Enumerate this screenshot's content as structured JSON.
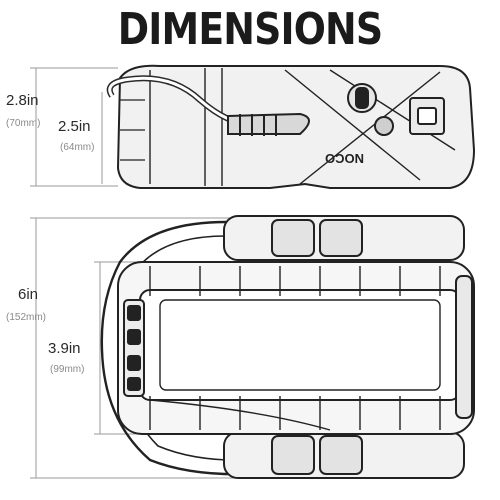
{
  "title": "DIMENSIONS",
  "brand": "NOCO",
  "dimensions": {
    "height_outer": {
      "inches": "2.8in",
      "mm": "(70mm)"
    },
    "height_inner": {
      "inches": "2.5in",
      "mm": "(64mm)"
    },
    "length_outer": {
      "inches": "6in",
      "mm": "(152mm)"
    },
    "length_inner": {
      "inches": "3.9in",
      "mm": "(99mm)"
    }
  },
  "colors": {
    "ink": "#1b1b1b",
    "muted": "#8a8a8a",
    "guide": "#9a9a9a"
  }
}
